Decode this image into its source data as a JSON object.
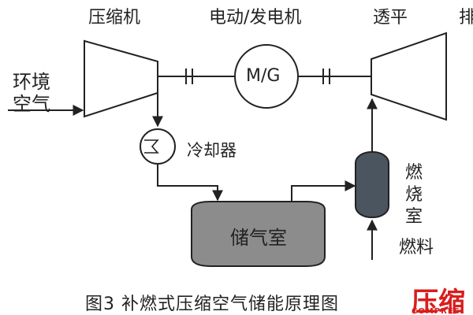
{
  "labels": {
    "compressor": "压缩机",
    "motor_generator": "电动/发电机",
    "turbine": "透平",
    "exhaust": "排",
    "ambient_air_line1": "环境",
    "ambient_air_line2": "空气",
    "mg_symbol": "M/G",
    "cooler": "冷却器",
    "storage": "储气室",
    "combustor_line1": "燃",
    "combustor_line2": "烧",
    "combustor_line3": "室",
    "fuel": "燃料",
    "caption": "图3  补燃式压缩空气储能原理图"
  },
  "watermark": {
    "text": "压缩",
    "subtext": "COMPRES",
    "color": "#d81e1e"
  },
  "colors": {
    "line": "#222222",
    "storage_fill": "#8c8c8c",
    "combustor_fill": "#4a5560"
  }
}
